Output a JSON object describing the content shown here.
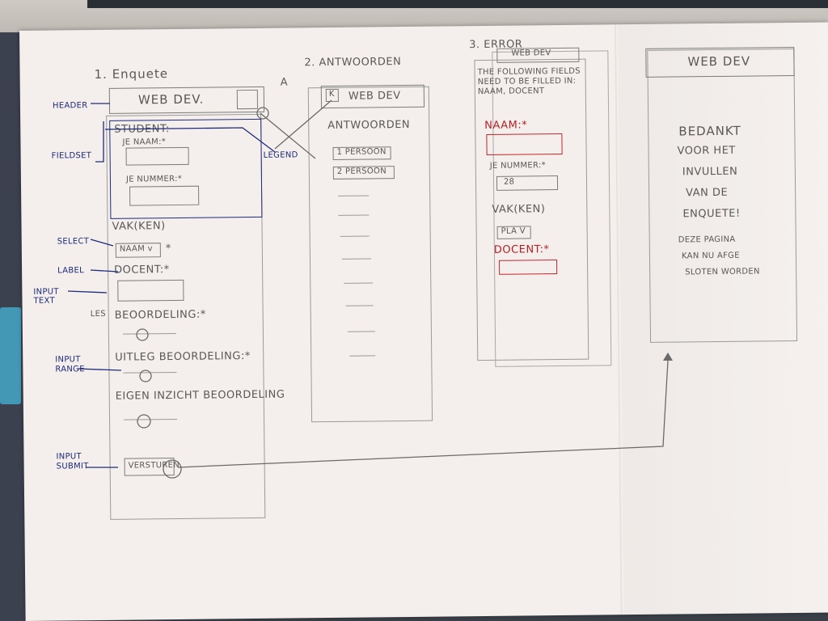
{
  "sketch1": {
    "title": "1. Enquete",
    "header_title": "WEB DEV.",
    "header_marker": "A",
    "fieldset_legend": "STUDENT:",
    "name_label": "JE NAAM:*",
    "number_label": "JE NUMMER:*",
    "course_label": "VAK(KEN)",
    "select_value": "NAAM v",
    "select_required": "*",
    "teacher_label": "DOCENT:*",
    "lesson_label": "LES",
    "rating_label": "BEOORDELING:*",
    "explanation_label": "UITLEG BEOORDELING:*",
    "insight_label": "EIGEN INZICHT BEOORDELING",
    "submit_label": "VERSTUREN"
  },
  "annotations": {
    "header": "HEADER",
    "fieldset": "FIELDSET",
    "legend": "LEGEND",
    "select": "SELECT",
    "label": "LABEL",
    "input_text": "INPUT TEXT",
    "input_range": "INPUT RANGE",
    "input_submit": "INPUT SUBMIT"
  },
  "sketch2": {
    "title": "2. ANTWOORDEN",
    "header_title": "WEB DEV",
    "header_icon": "K",
    "heading": "ANTWOORDEN",
    "items": [
      "1 PERSOON",
      "2 PERSOON"
    ]
  },
  "sketch3": {
    "title": "3. ERROR",
    "header_title": "WEB DEV",
    "error_message_line1": "THE FOLLOWING FIELDS",
    "error_message_line2": "NEED TO BE FILLED IN:",
    "error_message_line3": "NAAM, DOCENT",
    "name_label": "NAAM:*",
    "number_label": "JE NUMMER:*",
    "number_value": "28",
    "course_label": "VAK(KEN)",
    "course_value": "PLA V",
    "teacher_label": "DOCENT:*"
  },
  "sketch4": {
    "header_title": "WEB DEV",
    "thanks_lines": [
      "BEDANKT",
      "VOOR HET",
      "INVULLEN",
      "VAN DE",
      "ENQUETE!"
    ],
    "note_lines": [
      "DEZE PAGINA",
      "KAN NU AFGE",
      "SLOTEN WORDEN"
    ]
  },
  "colors": {
    "paper": "#f4efec",
    "pencil": "#585858",
    "blue_ink": "#1e2a7a",
    "red_ink": "#b41f26"
  }
}
